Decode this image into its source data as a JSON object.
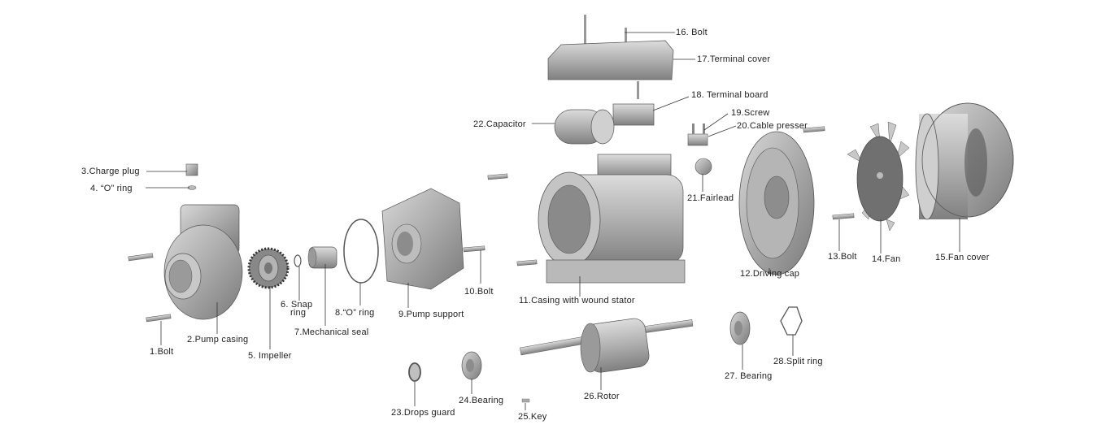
{
  "diagram": {
    "type": "exploded-view",
    "subject": "Centrifugal pump with electric motor",
    "parts": [
      {
        "num": 1,
        "label": "1.Bolt"
      },
      {
        "num": 2,
        "label": "2.Pump casing"
      },
      {
        "num": 3,
        "label": "3.Charge plug"
      },
      {
        "num": 4,
        "label": "4. “O” ring"
      },
      {
        "num": 5,
        "label": "5. Impeller"
      },
      {
        "num": 6,
        "label": "6. Snap ring"
      },
      {
        "num": 7,
        "label": "7.Mechanical seal"
      },
      {
        "num": 8,
        "label": "8.“O” ring"
      },
      {
        "num": 9,
        "label": "9.Pump support"
      },
      {
        "num": 10,
        "label": "10.Bolt"
      },
      {
        "num": 11,
        "label": "11.Casing with wound stator"
      },
      {
        "num": 12,
        "label": "12.Driving cap"
      },
      {
        "num": 13,
        "label": "13.Bolt"
      },
      {
        "num": 14,
        "label": "14.Fan"
      },
      {
        "num": 15,
        "label": "15.Fan cover"
      },
      {
        "num": 16,
        "label": "16. Bolt"
      },
      {
        "num": 17,
        "label": "17.Terminal cover"
      },
      {
        "num": 18,
        "label": "18. Terminal board"
      },
      {
        "num": 19,
        "label": "19.Screw"
      },
      {
        "num": 20,
        "label": "20.Cable presser"
      },
      {
        "num": 21,
        "label": "21.Fairlead"
      },
      {
        "num": 22,
        "label": "22.Capacitor"
      },
      {
        "num": 23,
        "label": "23.Drops guard"
      },
      {
        "num": 24,
        "label": "24.Bearing"
      },
      {
        "num": 25,
        "label": "25.Key"
      },
      {
        "num": 26,
        "label": "26.Rotor"
      },
      {
        "num": 27,
        "label": "27. Bearing"
      },
      {
        "num": 28,
        "label": "28.Split ring"
      }
    ],
    "snap_ring_lines": [
      "6. Snap",
      "ring"
    ]
  }
}
